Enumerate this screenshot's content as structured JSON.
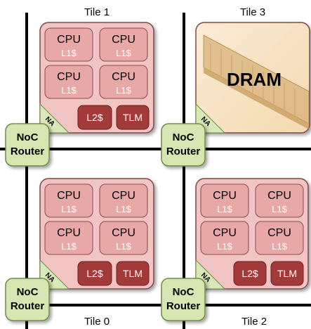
{
  "tile_labels": {
    "t1": "Tile 1",
    "t3": "Tile 3",
    "t0": "Tile 0",
    "t2": "Tile 2"
  },
  "cpu_label": "CPU",
  "l1_label": "L1$",
  "l2_label": "L2$",
  "tlm_label": "TLM",
  "na_label": "NA",
  "router_line1": "NoC",
  "router_line2": "Router",
  "dram_label": "DRAM",
  "colors": {
    "tile_fill": "#f2c4c4",
    "tile_stroke": "#7a4a4a",
    "cpu_fill": "#e8a8a8",
    "cpu_stroke": "#8a4c4c",
    "l2_fill": "#a23a3a",
    "router_fill": "#d6e6b0",
    "router_stroke": "#6f8a46",
    "na_fill": "#d9e8b8",
    "dram_bg": "#f9e6c8",
    "wire": "#000000"
  }
}
